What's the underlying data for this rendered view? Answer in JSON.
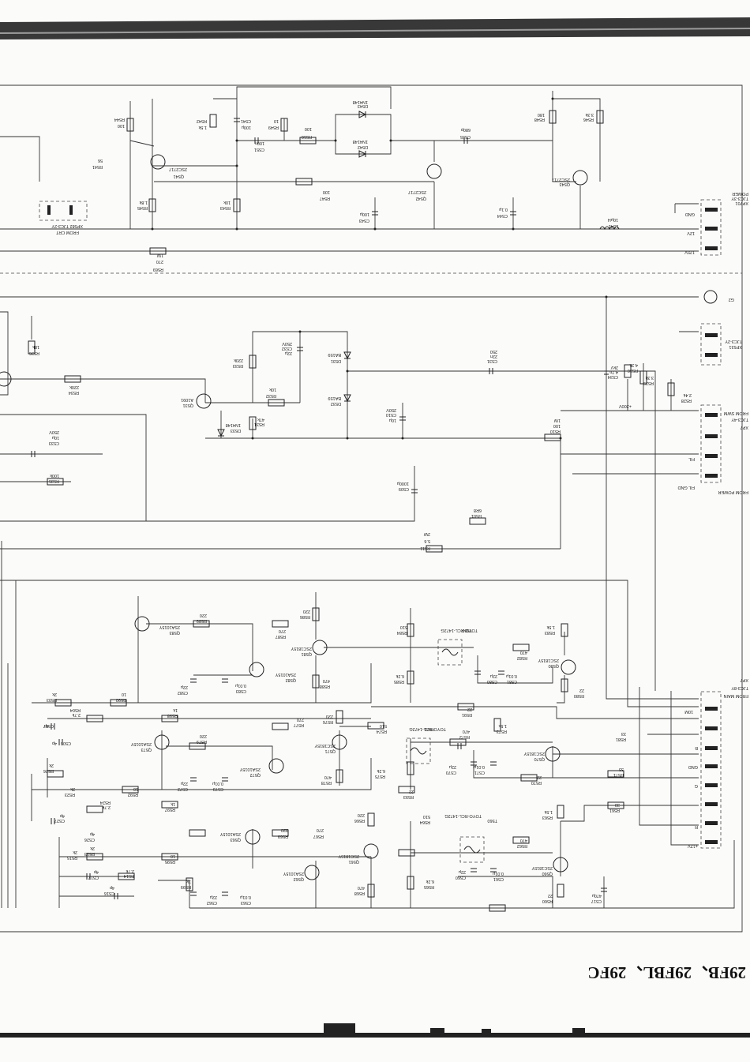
{
  "document": {
    "title_mirrored": "29FB、29FBL、29FC",
    "note": "Page is scanned upside-down (rotated 180°); labels are drawn rotated."
  },
  "components": {
    "resistors": [
      "R544",
      "R541",
      "R542",
      "R549",
      "R550",
      "R548",
      "R546",
      "R547",
      "R545",
      "R543",
      "R569",
      "R536",
      "R534",
      "R535",
      "R533",
      "R531",
      "R532",
      "R530",
      "R529",
      "R528",
      "R510",
      "R501",
      "R511",
      "R589",
      "R588",
      "R587",
      "R586",
      "R584",
      "R583",
      "R582",
      "R581",
      "R580",
      "R590",
      "R579",
      "R578",
      "R577",
      "R576",
      "R575",
      "R574",
      "R573",
      "R572",
      "R571",
      "R570",
      "R569b",
      "R568",
      "R567",
      "R566",
      "R565",
      "R564",
      "R563",
      "R562",
      "R561",
      "R560",
      "R526",
      "R525",
      "R524",
      "R523",
      "R522",
      "R521",
      "R513",
      "R514",
      "R515",
      "R504",
      "R503"
    ],
    "capacitors": [
      "C541",
      "C551",
      "C555",
      "C543",
      "C544",
      "C532",
      "C531",
      "C533",
      "C534",
      "C510",
      "C509",
      "C580",
      "C581",
      "C582",
      "C583",
      "C570",
      "C571",
      "C572",
      "C573",
      "C560",
      "C561",
      "C562",
      "C563",
      "C517",
      "C516",
      "C527",
      "C526",
      "C507",
      "C506"
    ],
    "diodes": [
      "D543",
      "D542",
      "D531",
      "D532",
      "D533"
    ],
    "transistors": [
      "Q541",
      "Q542",
      "Q543",
      "Q531",
      "Q583",
      "Q582",
      "Q581",
      "Q580",
      "Q573",
      "Q572",
      "Q571",
      "Q570",
      "Q563",
      "Q562",
      "Q561",
      "Q560"
    ],
    "coils": [
      "L541",
      "T580",
      "T570",
      "T560"
    ]
  },
  "labels": {
    "r544": "R544",
    "r544_val": "100",
    "r541": "R541",
    "r541_val": "56",
    "q541": "Q541",
    "q541_part": "2SC2717",
    "r542": "R542",
    "r542_val": "1.5k",
    "c541": "C541",
    "c541_val": "100μ",
    "r549": "R549",
    "r549_val": "10",
    "r550": "R550",
    "r550_val": "100",
    "c551": "C551",
    "c551_val": "100n",
    "d543": "D543",
    "d543_part": "1N4148",
    "d542": "D542",
    "d542_part": "1N4148",
    "c555": "C555",
    "c555_val": "680p",
    "r548": "R548",
    "r548_val": "180",
    "r546": "R546",
    "r546_val": "3.3k",
    "q543": "Q543",
    "q543_part": "2SC2717",
    "q542": "Q542",
    "q542_part": "2SC2717",
    "r547": "R547",
    "r547_val": "100",
    "r545": "R545",
    "r545_val": "1.8k",
    "r543": "R543",
    "r543_val": "10k",
    "c543": "C543",
    "c543_val": "100μ",
    "c544": "C544",
    "c544_val": "0.1μ",
    "l541": "L541",
    "l541_val": "10μH",
    "xp582": "XP582  TJC3-2Y",
    "from_crt": "FROM CRT",
    "r569": "R569",
    "r569_val": "270",
    "r569_w": "1W",
    "xp701": "XP701",
    "tjc3_3y": "TJC3-3Y",
    "power": "POWER",
    "pin_gnd": "GND",
    "pin_12v": "12V",
    "pin_125v": "125V",
    "g2": "G2",
    "xp531": "XP531",
    "xp531_part": "TJC3-2Y",
    "xp7xx": "XP7",
    "tjc3_4y": "TJC3-4Y",
    "from_swm": "FROM SWM",
    "from_power": "FROM POWER",
    "pin_fil": "FIL",
    "pin_fil_gnd": "FIL GND",
    "r536": "R536",
    "r536_val": "18k",
    "r534": "R534",
    "r534_val": "220k",
    "q531": "Q531",
    "q531_part": "A1091",
    "d533": "D533",
    "d533_part": "1N4148",
    "r533": "R533",
    "r533_val": "220k",
    "c532": "C532",
    "c532_val": "22μ",
    "c532_v": "250V",
    "r532": "R532",
    "r532_val": "10k",
    "r531": "R531",
    "r531_val": "47k",
    "d531": "D531",
    "d531_part": "BA159",
    "d532": "D532",
    "d532_part": "BA159",
    "c531": "C531",
    "c531_val": "22n",
    "c531_v": "250",
    "c533": "C533",
    "c533_val": "10μ",
    "c533_v": "250V",
    "r535": "R535",
    "r535_val": "100k",
    "c510": "C510",
    "c510_val": "10μ",
    "c510_v": "250V",
    "c509": "C509",
    "c509_val": "1000μ",
    "r510": "R510",
    "r510_val": "100",
    "r510_w": "1W",
    "r501": "R501",
    "r501_val": "6R8",
    "r511": "R511",
    "r511_val": "5.6",
    "r511_w": "2W",
    "c534": "C534",
    "c534_val": "4.7n",
    "c534_v": "2kV",
    "r530": "R530",
    "r530_val": "4.3k",
    "r529": "R529",
    "r529_val": "3.3k",
    "r528": "R528",
    "r528_val": "2.4k",
    "v200": "+200V",
    "q583": "Q583",
    "q583_part": "2SA1015Y",
    "r589": "R589",
    "r589_val": "220",
    "r586": "R586",
    "r586_val": "220",
    "r587": "R587",
    "r587_val": "270",
    "q581": "Q581",
    "q581_part": "2SC1815Y",
    "q582": "Q582",
    "q582_part": "2SA1015Y",
    "r588": "R588",
    "r588_val": "470",
    "r584": "R584",
    "r584_val": "510",
    "t580": "T580",
    "t580_part": "TOYO-RCL-1472G",
    "r583": "R583",
    "r583_val": "1.5k",
    "q580": "Q580",
    "q580_part": "2SC1815Y",
    "r582": "R582",
    "r582_val": "470",
    "c580": "C580",
    "c580_val": "22μ",
    "c581": "C581",
    "c581_val": "0.01μ",
    "c582": "C582",
    "c582_val": "22μ",
    "c583": "C583",
    "c583_val": "0.01μ",
    "r585": "R585",
    "r585_val": "6.2k",
    "r580": "R580",
    "r580_val": "22",
    "r581": "R581",
    "r581_val": "33",
    "r590": "R590",
    "r590_val": "10",
    "r591": "R591",
    "r591_val": "22",
    "r598": "R598",
    "r598_val": "1k",
    "xp7_main": "XP7",
    "tjc3_8y": "TJC3-8Y",
    "from_main": "FROM MAIN",
    "pin_12v_plus": "+12V",
    "pin_r": "R",
    "pin_g": "G",
    "pin_b": "B",
    "pin_10m": "10M",
    "pin_gnd2": "GND",
    "q573": "Q573",
    "q573_part": "2SA1015Y",
    "r579": "R579",
    "r579_val": "220",
    "r577": "R577",
    "r577_val": "270",
    "r576": "R576",
    "r576_val": "220",
    "q571": "Q571",
    "q571_part": "2SC1815Y",
    "q572": "Q572",
    "q572_part": "2SA1015Y",
    "r578": "R578",
    "r578_val": "470",
    "r574": "R574",
    "r574_val": "510",
    "t570": "T570",
    "t570_part": "TOYO-RCL-1472G",
    "r572": "R572",
    "r572_val": "470",
    "r573": "R573",
    "r573_val": "1.5k",
    "q570": "Q570",
    "q570_part": "2SC1815Y",
    "c570": "C570",
    "c570_val": "22μ",
    "c571": "C571",
    "c571_val": "0.01μ",
    "c572": "C572",
    "c572_val": "22μ",
    "c573": "C573",
    "c573_val": "0.01μ",
    "r575": "R575",
    "r575_val": "6.2k",
    "r570": "R570",
    "r570_val": "22",
    "r571": "R571",
    "r571_val": "33",
    "r592": "R592",
    "r592_val": "10",
    "r597": "R597",
    "r597_val": "1k",
    "r593": "R593",
    "r593_val": "22",
    "q563": "Q563",
    "q563_part": "2SA1015Y",
    "r569b": "R569",
    "r569b_val": "220",
    "r567": "R567",
    "r567_val": "270",
    "r566": "R566",
    "r566_val": "220",
    "q561": "Q561",
    "q561_part": "2SC1815Y",
    "q562": "Q562",
    "q562_part": "2SA1015Y",
    "r568": "R568",
    "r568_val": "470",
    "r564": "R564",
    "r564_val": "510",
    "t560": "T560",
    "t560_part": "TOYO-RCL-1472G",
    "r563": "R563",
    "r563_val": "1.5k",
    "r562": "R562",
    "r562_val": "470",
    "q560": "Q560",
    "q560_part": "2SC1815Y",
    "c560": "C560",
    "c560_val": "22μ",
    "c561": "C561",
    "c561_val": "0.01μ",
    "c562": "C562",
    "c562_val": "22μ",
    "c563": "C563",
    "c563_val": "0.01μ",
    "r565": "R565",
    "r565_val": "6.2k",
    "r560": "R560",
    "r560_val": "22",
    "r561": "R561",
    "r561_val": "33",
    "r595": "R595",
    "r595_val": "10",
    "r599": "R599",
    "r599_val": "1k",
    "c517": "C517",
    "c517_val": "470μ",
    "r504": "R504",
    "r504_val": "2.7k",
    "r503": "R503",
    "r503_val": "2k",
    "c507": "C507",
    "c507_val": "4p",
    "c506": "C506",
    "c506_val": "4p",
    "r526": "R526",
    "r526_val": "2k",
    "r523": "R523",
    "r523_val": "2k",
    "r524": "R524",
    "r524_val": "2.7k",
    "c527": "C527",
    "c527_val": "4p",
    "c526": "C526",
    "c526_val": "4p",
    "r515": "R515",
    "r515_val": "2k",
    "r513": "R513",
    "r513_val": "2k",
    "r514": "R514",
    "r514_val": "2.7k",
    "c517b": "C517",
    "c517b_val": "4p",
    "c516": "C516",
    "c516_val": "4p"
  }
}
